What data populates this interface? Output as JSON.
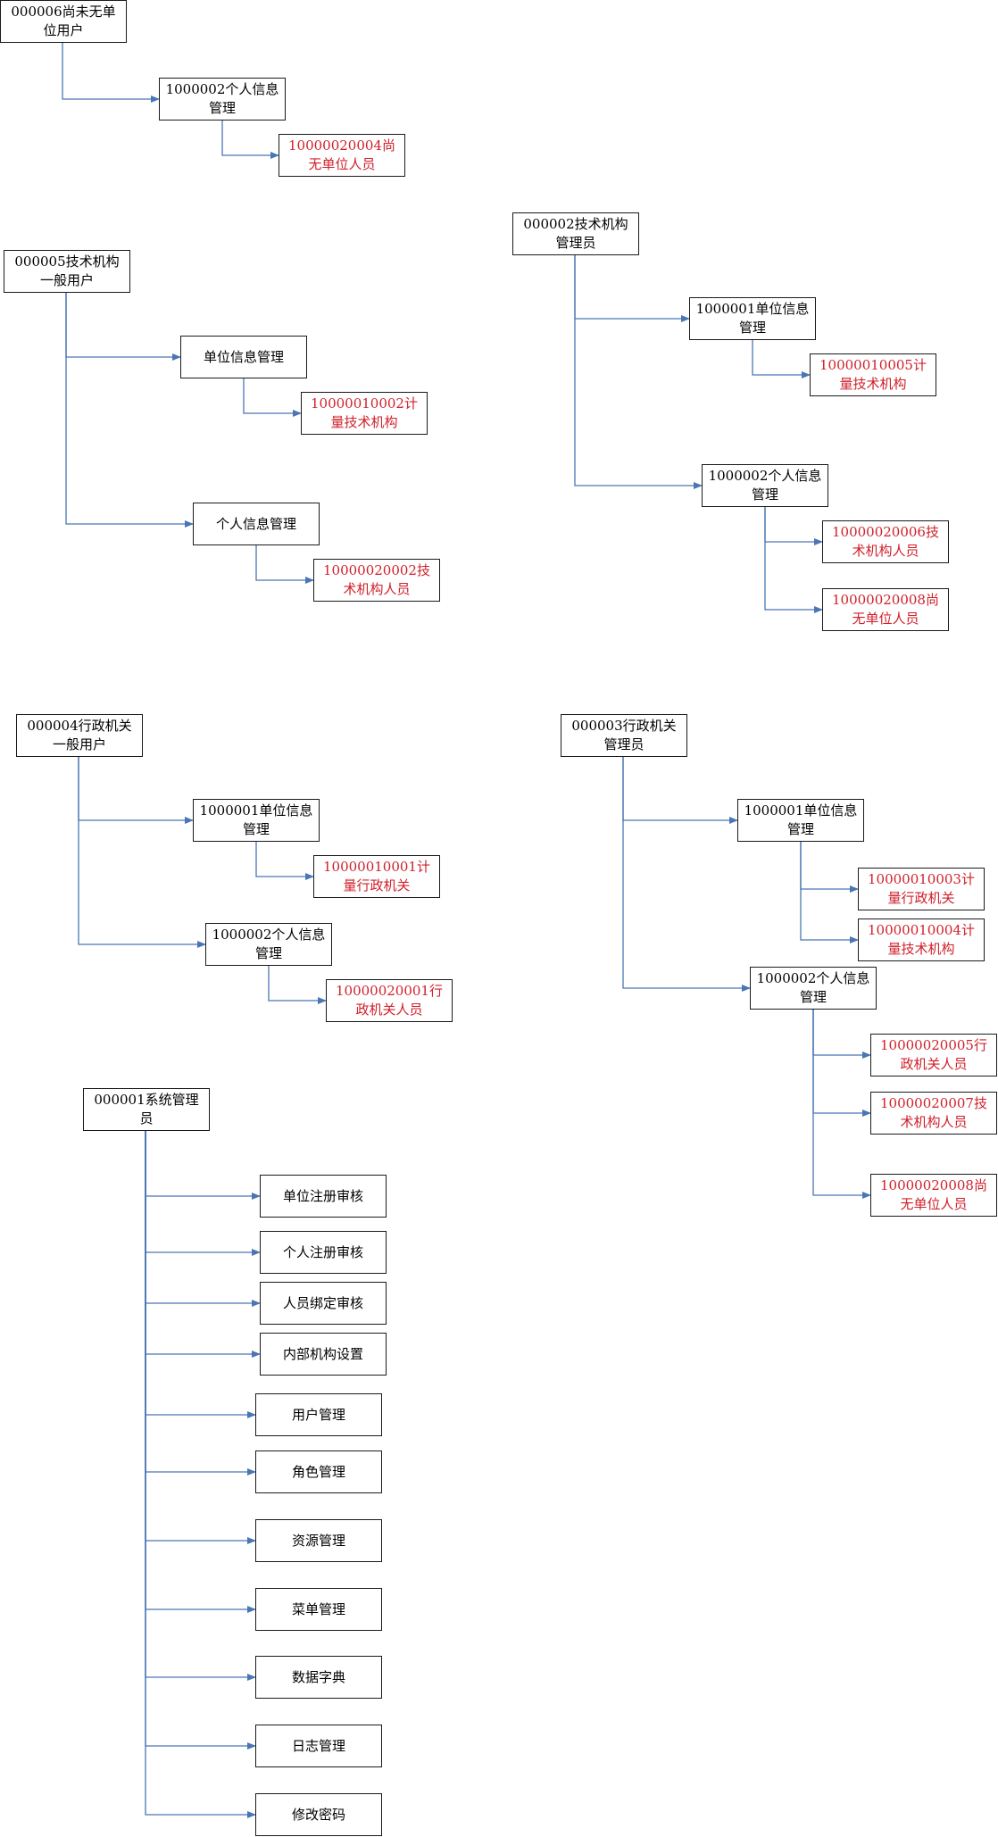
{
  "colors": {
    "connector": "#4a76b4",
    "leaf_text": "#d0202a",
    "box_border": "#1a1a1a"
  },
  "trees": [
    {
      "id": "t6",
      "label": "000006尚未无单位用户",
      "children": [
        {
          "label": "1000002个人信息管理",
          "children": [
            {
              "label": "10000020004尚无单位人员",
              "leaf": true
            }
          ]
        }
      ]
    },
    {
      "id": "t5",
      "label": "000005技术机构一般用户",
      "children": [
        {
          "label": "单位信息管理",
          "children": [
            {
              "label": "10000010002计量技术机构",
              "leaf": true
            }
          ]
        },
        {
          "label": "个人信息管理",
          "children": [
            {
              "label": "10000020002技术机构人员",
              "leaf": true
            }
          ]
        }
      ]
    },
    {
      "id": "t2",
      "label": "000002技术机构管理员",
      "children": [
        {
          "label": "1000001单位信息管理",
          "children": [
            {
              "label": "10000010005计量技术机构",
              "leaf": true
            }
          ]
        },
        {
          "label": "1000002个人信息管理",
          "children": [
            {
              "label": "10000020006技术机构人员",
              "leaf": true
            },
            {
              "label": "10000020008尚无单位人员",
              "leaf": true
            }
          ]
        }
      ]
    },
    {
      "id": "t4",
      "label": "000004行政机关一般用户",
      "children": [
        {
          "label": "1000001单位信息管理",
          "children": [
            {
              "label": "10000010001计量行政机关",
              "leaf": true
            }
          ]
        },
        {
          "label": "1000002个人信息管理",
          "children": [
            {
              "label": "10000020001行政机关人员",
              "leaf": true
            }
          ]
        }
      ]
    },
    {
      "id": "t3",
      "label": "000003行政机关管理员",
      "children": [
        {
          "label": "1000001单位信息管理",
          "children": [
            {
              "label": "10000010003计量行政机关",
              "leaf": true
            },
            {
              "label": "10000010004计量技术机构",
              "leaf": true
            }
          ]
        },
        {
          "label": "1000002个人信息管理",
          "children": [
            {
              "label": "10000020005行政机关人员",
              "leaf": true
            },
            {
              "label": "10000020007技术机构人员",
              "leaf": true
            },
            {
              "label": "10000020008尚无单位人员",
              "leaf": true
            }
          ]
        }
      ]
    },
    {
      "id": "t1",
      "label": "000001系统管理员",
      "children": [
        {
          "label": "单位注册审核"
        },
        {
          "label": "个人注册审核"
        },
        {
          "label": "人员绑定审核"
        },
        {
          "label": "内部机构设置"
        },
        {
          "label": "用户管理"
        },
        {
          "label": "角色管理"
        },
        {
          "label": "资源管理"
        },
        {
          "label": "菜单管理"
        },
        {
          "label": "数据字典"
        },
        {
          "label": "日志管理"
        },
        {
          "label": "修改密码"
        }
      ]
    }
  ]
}
